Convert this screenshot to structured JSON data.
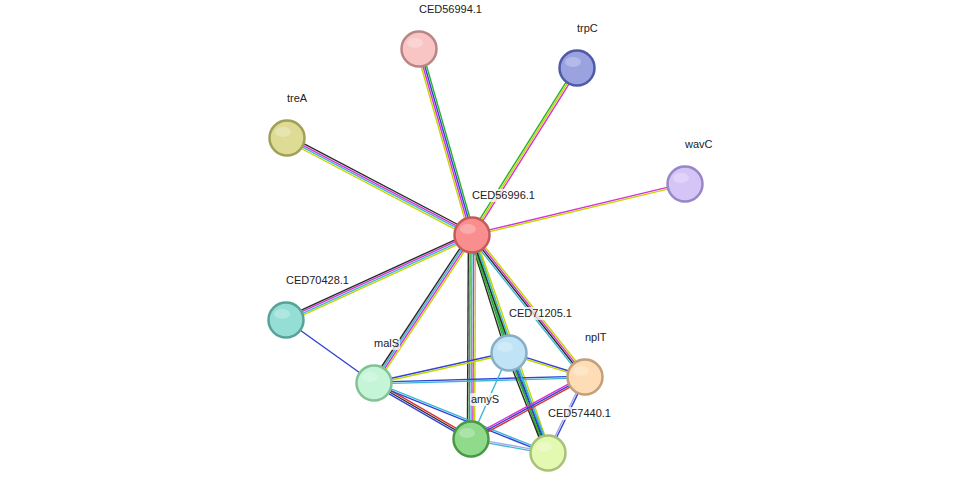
{
  "diagram": {
    "nodes": [
      {
        "text": [
          "CED56994.1"
        ]
      },
      {
        "text": [
          "trpC"
        ]
      },
      {
        "text": [
          "treA"
        ]
      },
      {
        "text": [
          "wavC"
        ]
      },
      {
        "text": [
          "CED56996.1"
        ]
      },
      {
        "text": [
          "CED70428.1"
        ]
      },
      {
        "text": [
          "CED71205.1"
        ]
      },
      {
        "text": [
          "nplT"
        ]
      },
      {
        "text": [
          "malS"
        ]
      },
      {
        "text": [
          "amyS"
        ]
      },
      {
        "text": [
          "CED57440.1"
        ]
      }
    ],
    "edges": [
      {
        "from": 4,
        "to": 0,
        "arrow": "none"
      },
      {
        "from": 4,
        "to": 1,
        "arrow": "none"
      },
      {
        "from": 4,
        "to": 2,
        "arrow": "none"
      },
      {
        "from": 4,
        "to": 3,
        "arrow": "none"
      },
      {
        "from": 4,
        "to": 5,
        "arrow": "none"
      },
      {
        "from": 4,
        "to": 6,
        "arrow": "none"
      },
      {
        "from": 4,
        "to": 7,
        "arrow": "none"
      },
      {
        "from": 4,
        "to": 8,
        "arrow": "none"
      },
      {
        "from": 4,
        "to": 9,
        "arrow": "none"
      },
      {
        "from": 4,
        "to": 10,
        "arrow": "none"
      },
      {
        "from": 5,
        "to": 8,
        "arrow": "none"
      },
      {
        "from": 8,
        "to": 6,
        "arrow": "none"
      },
      {
        "from": 8,
        "to": 7,
        "arrow": "none"
      },
      {
        "from": 8,
        "to": 9,
        "arrow": "none"
      },
      {
        "from": 8,
        "to": 10,
        "arrow": "none"
      },
      {
        "from": 6,
        "to": 7,
        "arrow": "none"
      },
      {
        "from": 6,
        "to": 9,
        "arrow": "none"
      },
      {
        "from": 6,
        "to": 10,
        "arrow": "none"
      },
      {
        "from": 7,
        "to": 9,
        "arrow": "none"
      },
      {
        "from": 7,
        "to": 10,
        "arrow": "none"
      },
      {
        "from": 9,
        "to": 10,
        "arrow": "none"
      }
    ]
  }
}
